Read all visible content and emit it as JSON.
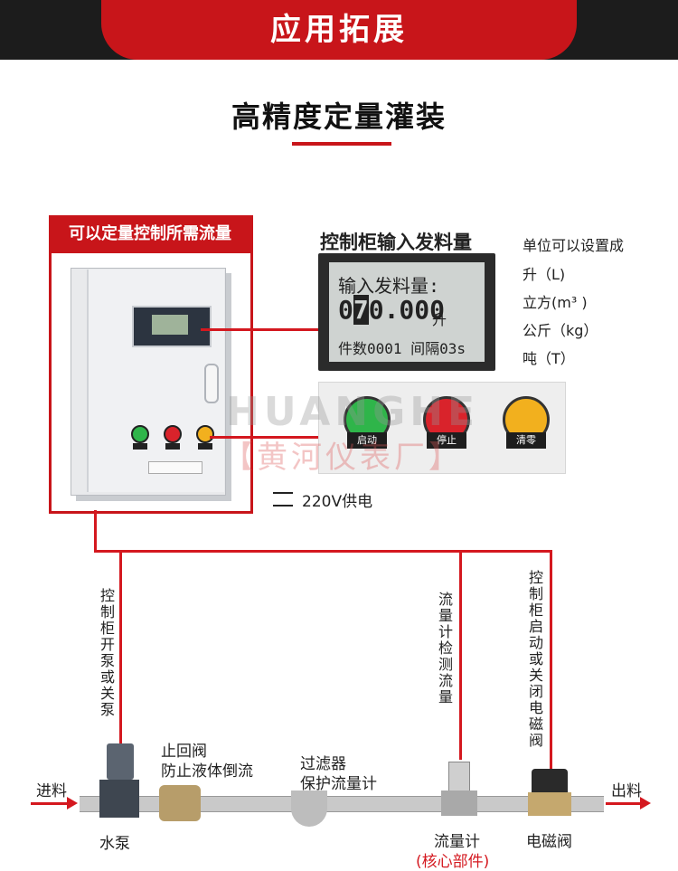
{
  "banner": {
    "title": "应用拓展"
  },
  "section": {
    "title": "高精度定量灌装"
  },
  "cabinet": {
    "label": "可以定量控制所需流量"
  },
  "lcd": {
    "title": "控制柜输入发料量",
    "line1": "输入发料量:",
    "value_prefix": "0",
    "value_cursor": "7",
    "value_rest": "0.000",
    "value_unit": "升",
    "line3": "件数0001 间隔03s"
  },
  "units": {
    "heading": "单位可以设置成",
    "items": [
      "升（L)",
      "立方(m³ )",
      "公斤（kg）",
      "吨（T）"
    ]
  },
  "buttons": [
    {
      "label": "启动",
      "color": "#2fb54a"
    },
    {
      "label": "停止",
      "color": "#d9232b"
    },
    {
      "label": "清零",
      "color": "#f2b01e"
    }
  ],
  "watermark": {
    "latin": "HUANGHE",
    "cn": "【黄河仪表厂】"
  },
  "power": {
    "label": "220V供电"
  },
  "annotations": {
    "pump_control": "控制柜开泵或关泵",
    "flowmeter_detect": "流量计检测流量",
    "valve_control": "控制柜启动或关闭电磁阀"
  },
  "parts": {
    "inlet": "进料",
    "outlet": "出料",
    "pump": "水泵",
    "check_valve_1": "止回阀",
    "check_valve_2": "防止液体倒流",
    "filter_1": "过滤器",
    "filter_2": "保护流量计",
    "flowmeter": "流量计",
    "core": "(核心部件)",
    "solenoid": "电磁阀"
  },
  "colors": {
    "accent": "#c8151a",
    "dark": "#1c1c1c"
  }
}
